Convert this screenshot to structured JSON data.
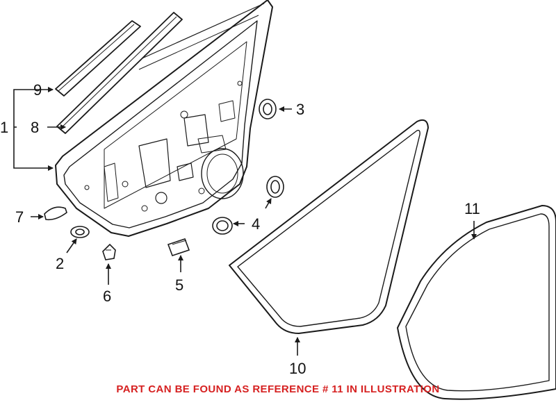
{
  "diagram": {
    "colors": {
      "line": "#1a1a1a",
      "note": "#d62020",
      "part_fill": "#ffffff"
    },
    "callouts": [
      {
        "id": "1",
        "label": "1"
      },
      {
        "id": "2",
        "label": "2"
      },
      {
        "id": "3",
        "label": "3"
      },
      {
        "id": "4",
        "label": "4"
      },
      {
        "id": "5",
        "label": "5"
      },
      {
        "id": "6",
        "label": "6"
      },
      {
        "id": "7",
        "label": "7"
      },
      {
        "id": "8",
        "label": "8"
      },
      {
        "id": "9",
        "label": "9"
      },
      {
        "id": "10",
        "label": "10"
      },
      {
        "id": "11",
        "label": "11"
      }
    ]
  },
  "footer_note": "PART CAN BE FOUND AS REFERENCE # 11 IN ILLUSTRATION"
}
